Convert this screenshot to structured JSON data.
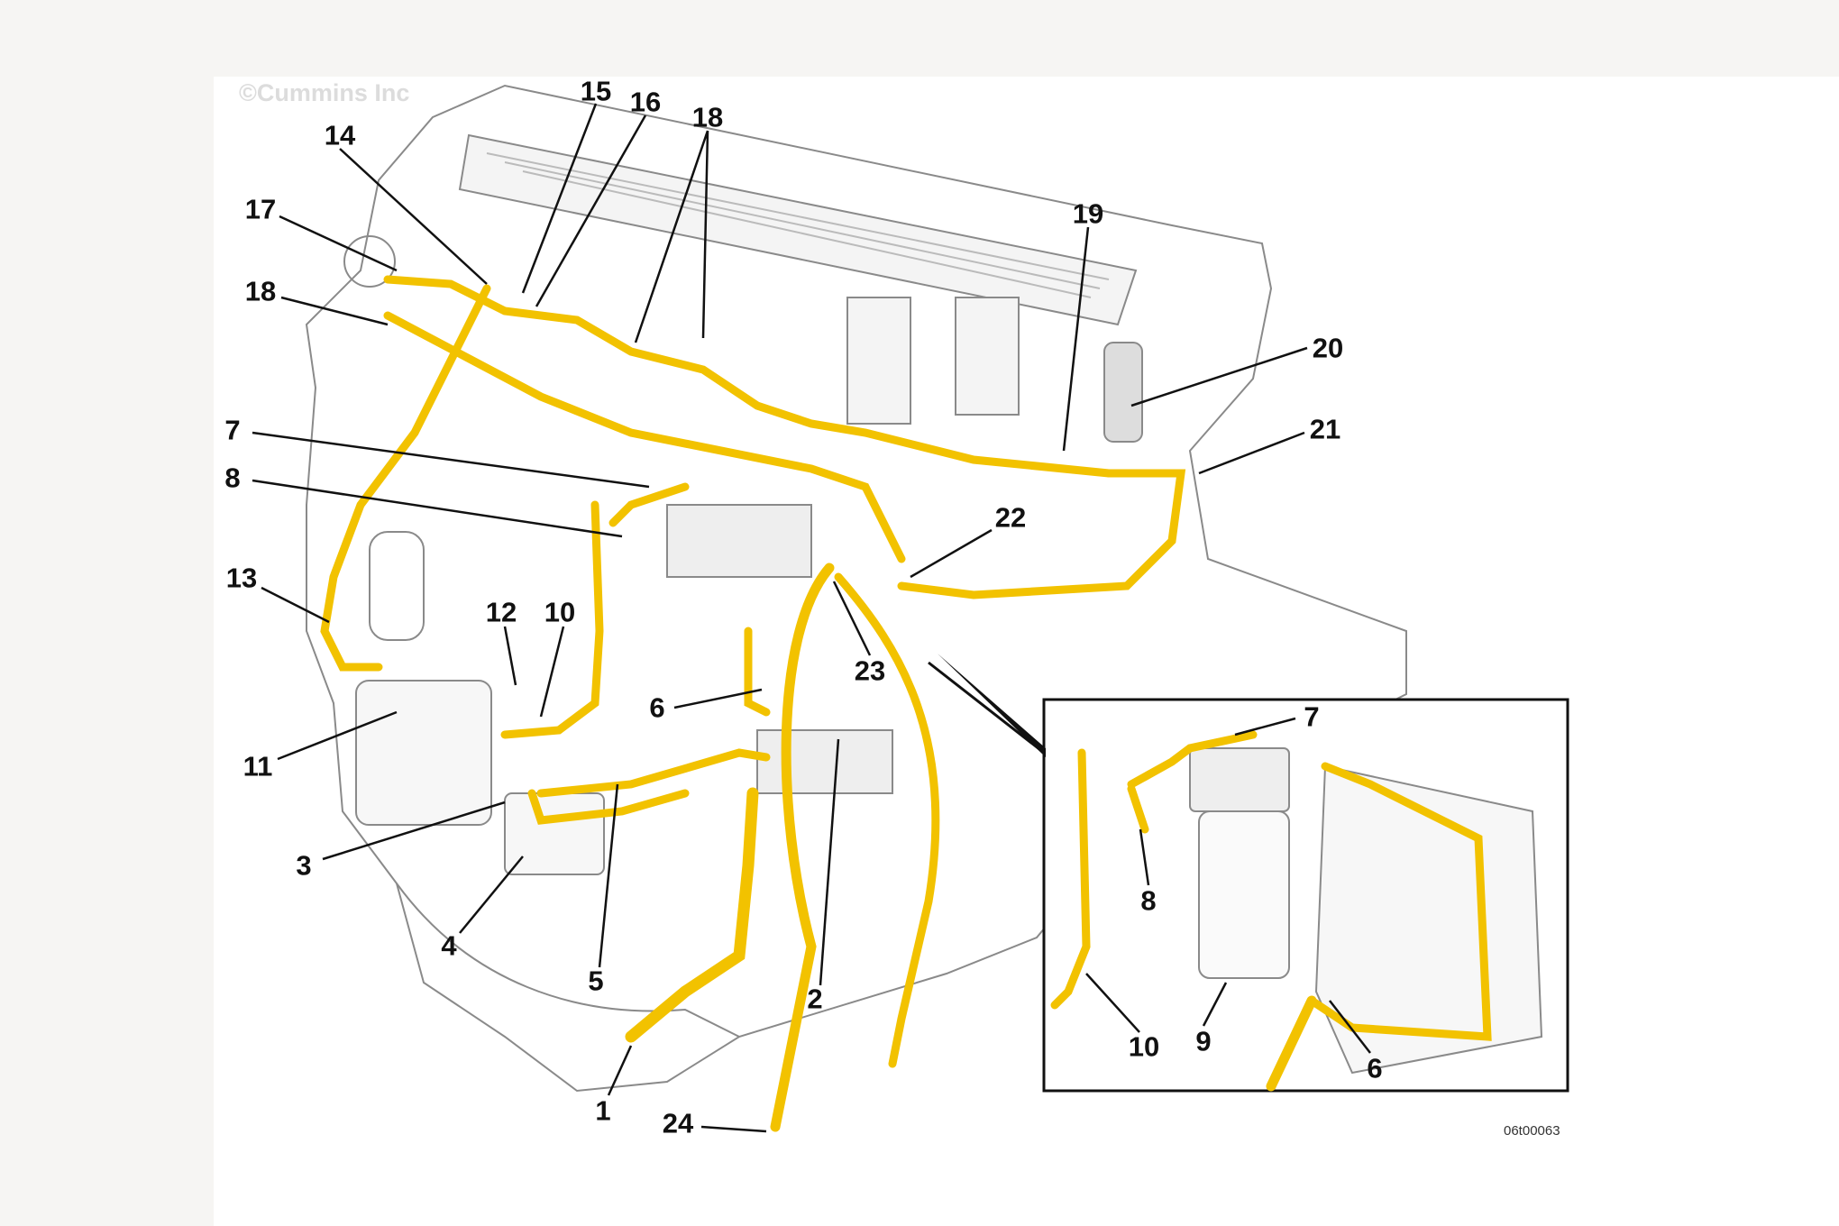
{
  "copyright": "©Cummins Inc",
  "figure_code": "06t00063",
  "callouts": {
    "main": [
      "15",
      "16",
      "18",
      "14",
      "17",
      "18",
      "19",
      "20",
      "21",
      "7",
      "8",
      "22",
      "13",
      "12",
      "10",
      "23",
      "6",
      "11",
      "3",
      "4",
      "5",
      "2",
      "1",
      "24"
    ],
    "inset": [
      "7",
      "8",
      "10",
      "9",
      "6"
    ]
  },
  "colors": {
    "fuel_line": "#f2c200",
    "outline": "#6e6e6e",
    "background": "#ffffff"
  }
}
